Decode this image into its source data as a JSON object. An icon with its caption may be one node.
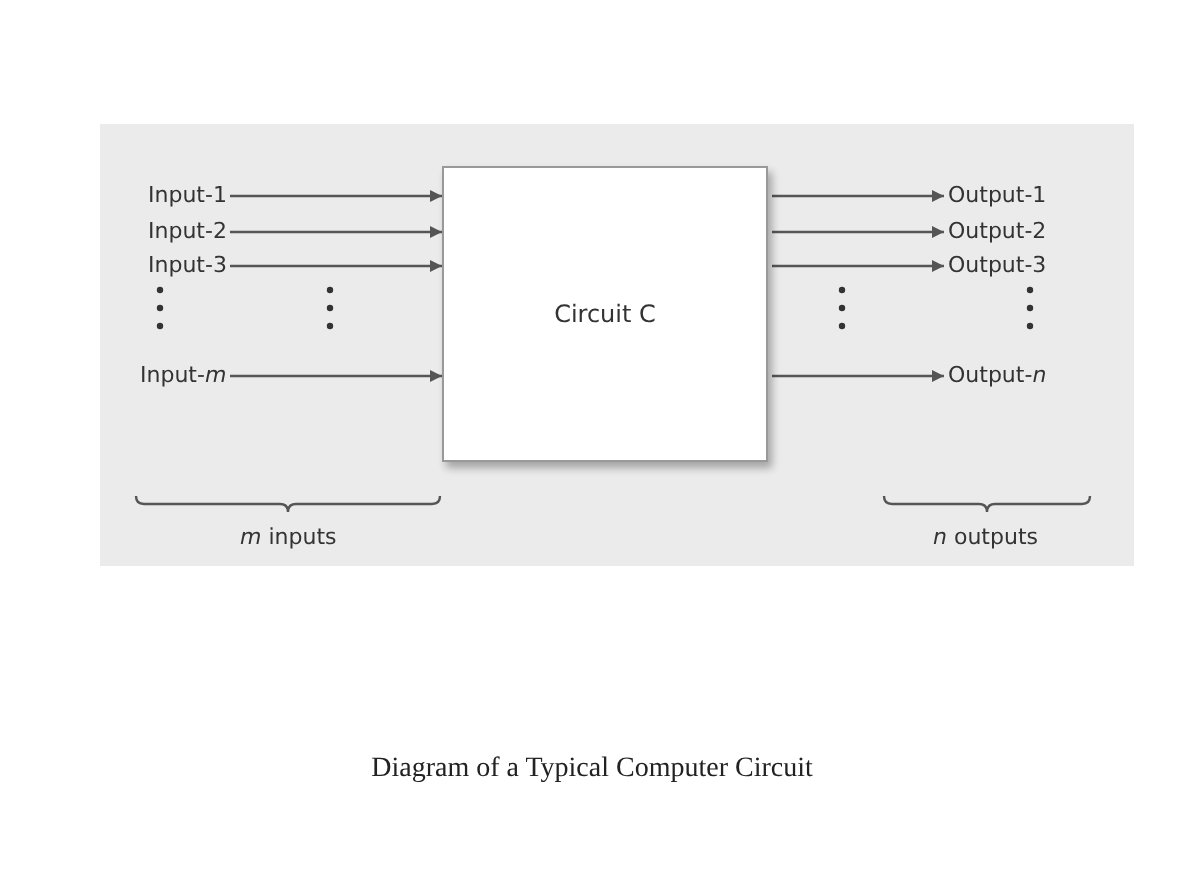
{
  "diagram": {
    "caption": "Diagram of a Typical Computer Circuit",
    "nodes": [
      {
        "text": [
          "Input-1"
        ]
      },
      {
        "text": [
          "Input-2"
        ]
      },
      {
        "text": [
          "Input-3"
        ]
      },
      {
        "text": [
          "Input-*m*"
        ]
      },
      {
        "text": [
          "Circuit C"
        ]
      },
      {
        "text": [
          "Output-1"
        ]
      },
      {
        "text": [
          "Output-2"
        ]
      },
      {
        "text": [
          "Output-3"
        ]
      },
      {
        "text": [
          "Output-*n*"
        ]
      }
    ],
    "edges": [
      {
        "from": 0,
        "to": 4,
        "arrow": "to"
      },
      {
        "from": 1,
        "to": 4,
        "arrow": "to"
      },
      {
        "from": 2,
        "to": 4,
        "arrow": "to"
      },
      {
        "from": 3,
        "to": 4,
        "arrow": "to"
      },
      {
        "from": 4,
        "to": 5,
        "arrow": "to"
      },
      {
        "from": 4,
        "to": 6,
        "arrow": "to"
      },
      {
        "from": 4,
        "to": 7,
        "arrow": "to"
      },
      {
        "from": 4,
        "to": 8,
        "arrow": "to"
      }
    ],
    "labels": [
      "*m* inputs",
      "*n* outputs"
    ]
  }
}
